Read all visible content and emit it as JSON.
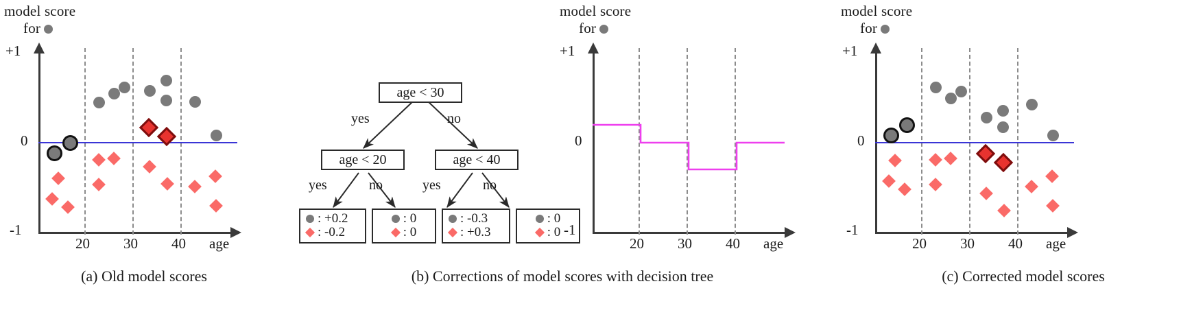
{
  "figure": {
    "panels": [
      {
        "id": "a",
        "caption": "(a) Old model scores",
        "title_line1": "model score",
        "title_line2": "for",
        "title_marker": "gray-circle-icon"
      },
      {
        "id": "b",
        "caption": "(b) Corrections of model scores with decision tree",
        "title_line1": "model score",
        "title_line2": "for",
        "title_marker": "gray-circle-icon"
      },
      {
        "id": "c",
        "caption": "(c) Corrected model scores",
        "title_line1": "model score",
        "title_line2": "for",
        "title_marker": "gray-circle-icon"
      }
    ],
    "axis": {
      "y_top_label": "+1",
      "y_zero_label": "0",
      "y_bottom_label": "-1",
      "x_label": "age",
      "x_ticks": [
        "20",
        "30",
        "40"
      ]
    },
    "colors": {
      "circle": "#7a7a7a",
      "diamond": "#fa6a67",
      "highlight_circle_outline": "#111111",
      "highlight_diamond_fill": "#e8332f",
      "highlight_diamond_outline": "#7d0d0d",
      "zero_line": "#3a35d6",
      "step_line": "#ee3fee",
      "gridline": "#8c8c8c",
      "axis": "#3a3a3a"
    },
    "tree": {
      "root": {
        "label": "age < 30"
      },
      "internal": [
        {
          "label": "age < 20"
        },
        {
          "label": "age < 40"
        }
      ],
      "edges": [
        {
          "label": "yes"
        },
        {
          "label": "no"
        },
        {
          "label": "yes"
        },
        {
          "label": "no"
        },
        {
          "label": "yes"
        },
        {
          "label": "no"
        }
      ],
      "leaves": [
        {
          "circle_value": ": +0.2",
          "diamond_value": ": -0.2"
        },
        {
          "circle_value": ": 0",
          "diamond_value": ": 0"
        },
        {
          "circle_value": ": -0.3",
          "diamond_value": ": +0.3"
        },
        {
          "circle_value": ": 0",
          "diamond_value": ": 0"
        }
      ]
    }
  },
  "chart_data": [
    {
      "type": "scatter",
      "panel": "a",
      "title": "model score for (gray circle)",
      "xlabel": "age",
      "ylabel": "model score",
      "xlim": [
        10,
        50
      ],
      "ylim": [
        -1,
        1
      ],
      "xticks": [
        20,
        30,
        40
      ],
      "yticks": [
        -1,
        0,
        1
      ],
      "grid": "vertical-dashed-at-xticks",
      "zero_line": true,
      "series": [
        {
          "name": "gray circles",
          "marker": "circle",
          "points": [
            {
              "x": 13.4,
              "y": -0.12,
              "highlighted": true
            },
            {
              "x": 16.6,
              "y": 0.0,
              "highlighted": true
            },
            {
              "x": 22.6,
              "y": 0.45
            },
            {
              "x": 25.8,
              "y": 0.55
            },
            {
              "x": 27.9,
              "y": 0.62
            },
            {
              "x": 33.2,
              "y": 0.58
            },
            {
              "x": 36.6,
              "y": 0.7
            },
            {
              "x": 36.7,
              "y": 0.47
            },
            {
              "x": 42.6,
              "y": 0.46
            },
            {
              "x": 47.1,
              "y": 0.08
            }
          ]
        },
        {
          "name": "red diamonds",
          "marker": "diamond",
          "points": [
            {
              "x": 12.9,
              "y": -0.63
            },
            {
              "x": 14.2,
              "y": -0.4
            },
            {
              "x": 16.2,
              "y": -0.72
            },
            {
              "x": 22.5,
              "y": -0.19
            },
            {
              "x": 22.6,
              "y": -0.47
            },
            {
              "x": 25.7,
              "y": -0.18
            },
            {
              "x": 33.0,
              "y": 0.17,
              "highlighted": true
            },
            {
              "x": 33.2,
              "y": -0.27
            },
            {
              "x": 36.7,
              "y": 0.07,
              "highlighted": true
            },
            {
              "x": 36.8,
              "y": -0.46
            },
            {
              "x": 42.5,
              "y": -0.49
            },
            {
              "x": 46.8,
              "y": -0.38
            },
            {
              "x": 47.0,
              "y": -0.71
            }
          ]
        }
      ]
    },
    {
      "type": "line",
      "subtype": "step",
      "panel": "b",
      "title": "model score for (gray circle)",
      "xlabel": "age",
      "ylabel": "model score",
      "xlim": [
        10,
        50
      ],
      "ylim": [
        -1,
        1
      ],
      "xticks": [
        20,
        30,
        40
      ],
      "yticks": [
        -1,
        0,
        1
      ],
      "grid": "vertical-dashed-at-xticks",
      "series": [
        {
          "name": "decision tree correction",
          "color": "#ee3fee",
          "steps": [
            {
              "x_from": 10,
              "x_to": 20,
              "y": 0.2
            },
            {
              "x_from": 20,
              "x_to": 30,
              "y": 0.0
            },
            {
              "x_from": 30,
              "x_to": 40,
              "y": -0.3
            },
            {
              "x_from": 40,
              "x_to": 50,
              "y": 0.0
            }
          ]
        }
      ]
    },
    {
      "type": "scatter",
      "panel": "c",
      "title": "model score for (gray circle)",
      "xlabel": "age",
      "ylabel": "model score",
      "xlim": [
        10,
        50
      ],
      "ylim": [
        -1,
        1
      ],
      "xticks": [
        20,
        30,
        40
      ],
      "yticks": [
        -1,
        0,
        1
      ],
      "grid": "vertical-dashed-at-xticks",
      "zero_line": true,
      "series": [
        {
          "name": "gray circles",
          "marker": "circle",
          "points": [
            {
              "x": 13.4,
              "y": 0.08,
              "highlighted": true
            },
            {
              "x": 16.6,
              "y": 0.2,
              "highlighted": true
            },
            {
              "x": 22.6,
              "y": 0.62
            },
            {
              "x": 25.8,
              "y": 0.5
            },
            {
              "x": 27.9,
              "y": 0.57
            },
            {
              "x": 33.2,
              "y": 0.28
            },
            {
              "x": 36.6,
              "y": 0.36
            },
            {
              "x": 36.7,
              "y": 0.17
            },
            {
              "x": 42.6,
              "y": 0.43
            },
            {
              "x": 47.1,
              "y": 0.08
            }
          ]
        },
        {
          "name": "red diamonds",
          "marker": "diamond",
          "points": [
            {
              "x": 12.9,
              "y": -0.43
            },
            {
              "x": 14.2,
              "y": -0.2
            },
            {
              "x": 16.2,
              "y": -0.52
            },
            {
              "x": 22.5,
              "y": -0.19
            },
            {
              "x": 22.6,
              "y": -0.47
            },
            {
              "x": 25.7,
              "y": -0.18
            },
            {
              "x": 33.0,
              "y": -0.12,
              "highlighted": true
            },
            {
              "x": 33.2,
              "y": -0.57
            },
            {
              "x": 36.7,
              "y": -0.22,
              "highlighted": true
            },
            {
              "x": 36.8,
              "y": -0.76
            },
            {
              "x": 42.5,
              "y": -0.49
            },
            {
              "x": 46.8,
              "y": -0.38
            },
            {
              "x": 47.0,
              "y": -0.71
            }
          ]
        }
      ]
    }
  ]
}
